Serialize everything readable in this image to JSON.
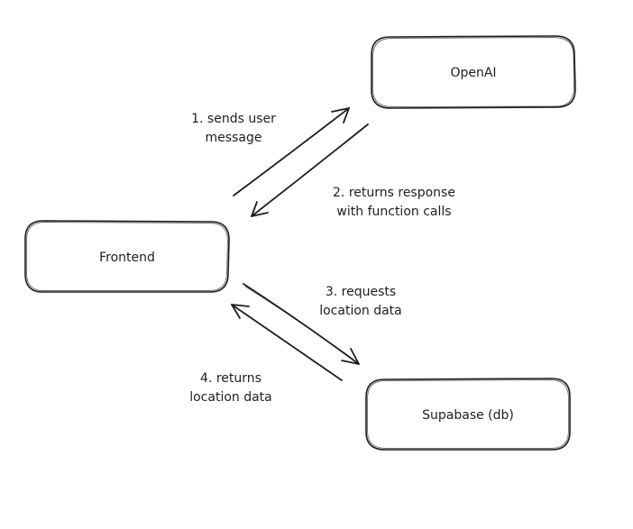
{
  "nodes": {
    "openai": {
      "label": "OpenAI"
    },
    "frontend": {
      "label": "Frontend"
    },
    "supabase": {
      "label": "Supabase (db)"
    }
  },
  "edges": {
    "sends": {
      "line1": "1. sends user",
      "line2": "message"
    },
    "returns_response": {
      "line1": "2. returns response",
      "line2": "with function calls"
    },
    "requests": {
      "line1": "3. requests",
      "line2": "location data"
    },
    "returns_location": {
      "line1": "4. returns",
      "line2": "location data"
    }
  },
  "colors": {
    "stroke": "#1e1e1e",
    "background": "#ffffff"
  }
}
